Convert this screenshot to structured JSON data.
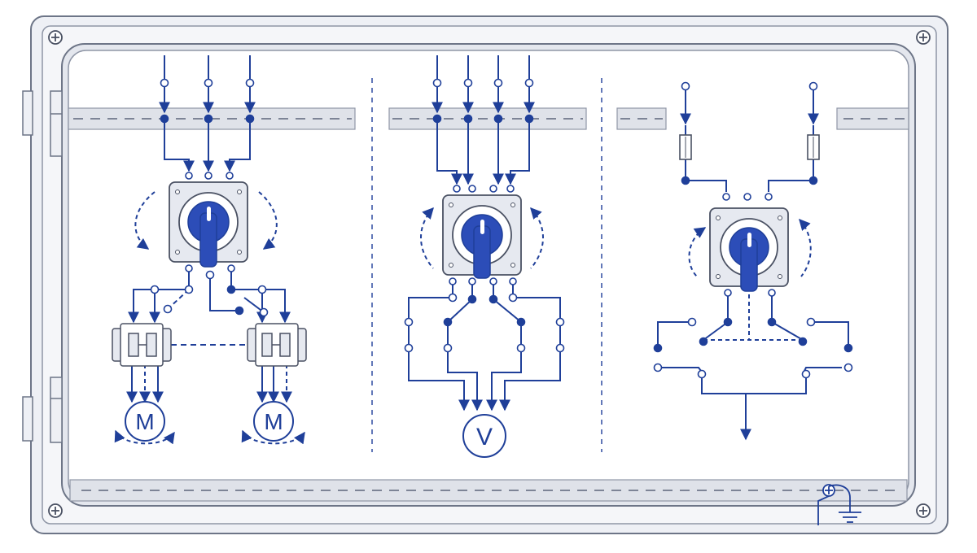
{
  "colors": {
    "wire": "#1f3f99",
    "knob": "#2c4db8",
    "frame": "#6d7587",
    "frame_fill": "#eef0f5",
    "rail": "#dfe2e9",
    "background": "#ffffff"
  },
  "panels": {
    "left": {
      "motor_1_label": "M",
      "motor_2_label": "M"
    },
    "middle": {
      "meter_label": "V"
    },
    "right": {}
  },
  "icons": {
    "corner_screw": "screw-icon",
    "hinge": "hinge-icon",
    "ground": "ground-icon",
    "rotation": "rotation-arrow-icon"
  }
}
